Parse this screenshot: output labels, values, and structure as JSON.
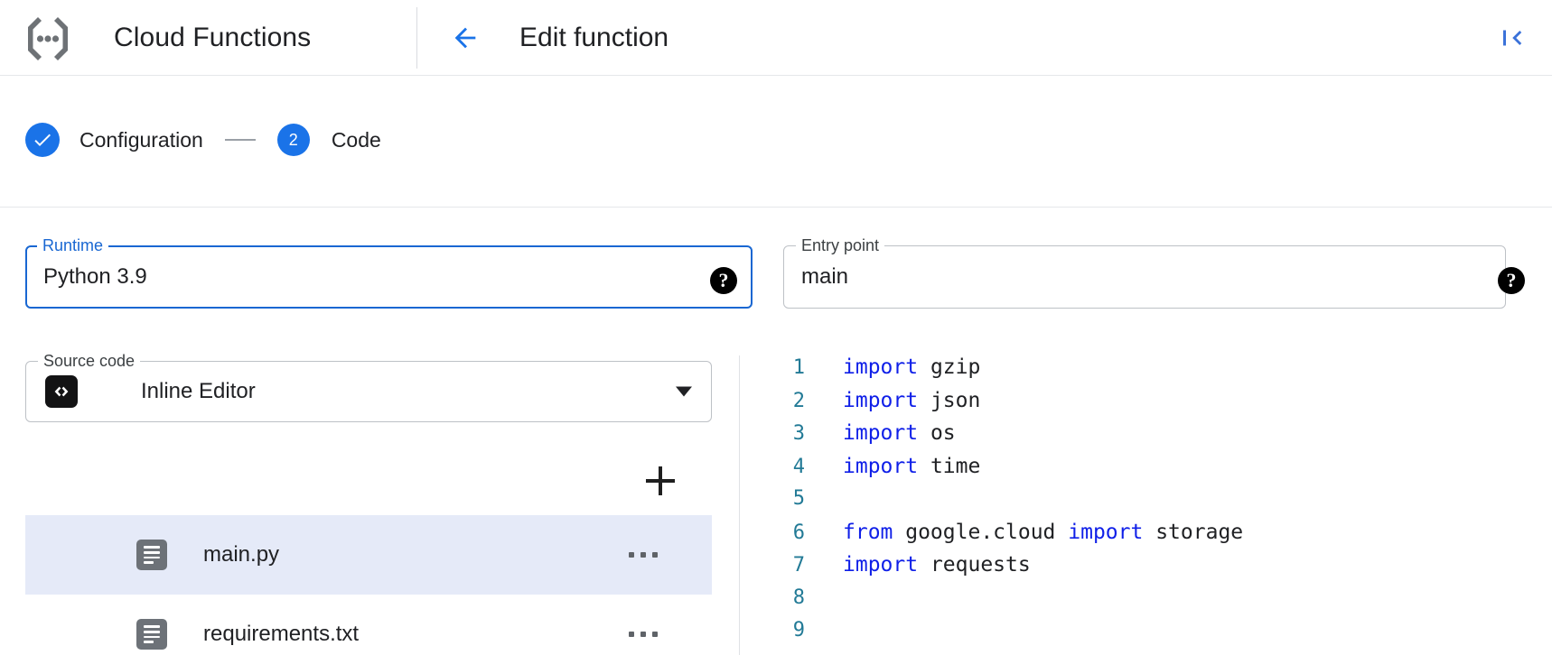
{
  "appbar": {
    "product_logo_icon": "cloud-functions-logo",
    "product_title": "Cloud Functions",
    "back_icon": "arrow-left-icon",
    "page_title": "Edit function",
    "collapse_icon": "collapse-panel-left-icon"
  },
  "stepper": {
    "steps": [
      {
        "label": "Configuration",
        "state": "done",
        "marker": "✓"
      },
      {
        "label": "Code",
        "state": "current",
        "marker": "2"
      }
    ],
    "accent_color": "#1a73e8"
  },
  "form": {
    "runtime": {
      "label": "Runtime",
      "value": "Python 3.9",
      "focused": true,
      "dropdown_icon": "chevron-down-icon",
      "help_icon": "help-icon",
      "help_glyph": "?"
    },
    "entry_point": {
      "label": "Entry point",
      "value": "main",
      "focused": false,
      "help_icon": "help-icon",
      "help_glyph": "?"
    },
    "source_code": {
      "label": "Source code",
      "value": "Inline Editor",
      "leading_icon": "code-brackets-icon",
      "leading_glyph": "‹›",
      "dropdown_icon": "chevron-down-icon"
    }
  },
  "files": {
    "add_button_icon": "plus-icon",
    "items": [
      {
        "name": "main.py",
        "icon": "file-description-icon",
        "selected": true,
        "menu_icon": "overflow-menu-icon"
      },
      {
        "name": "requirements.txt",
        "icon": "file-description-icon",
        "selected": false,
        "menu_icon": "overflow-menu-icon"
      }
    ],
    "selected_row_color": "#e5eaf8"
  },
  "editor": {
    "lines": [
      {
        "n": "1",
        "tokens": [
          {
            "t": "import",
            "c": "kw"
          },
          {
            "t": " gzip",
            "c": ""
          }
        ]
      },
      {
        "n": "2",
        "tokens": [
          {
            "t": "import",
            "c": "kw"
          },
          {
            "t": " json",
            "c": ""
          }
        ]
      },
      {
        "n": "3",
        "tokens": [
          {
            "t": "import",
            "c": "kw"
          },
          {
            "t": " os",
            "c": ""
          }
        ]
      },
      {
        "n": "4",
        "tokens": [
          {
            "t": "import",
            "c": "kw"
          },
          {
            "t": " time",
            "c": ""
          }
        ]
      },
      {
        "n": "5",
        "tokens": []
      },
      {
        "n": "6",
        "tokens": [
          {
            "t": "from",
            "c": "kw"
          },
          {
            "t": " google.cloud ",
            "c": ""
          },
          {
            "t": "import",
            "c": "kw"
          },
          {
            "t": " storage",
            "c": ""
          }
        ]
      },
      {
        "n": "7",
        "tokens": [
          {
            "t": "import",
            "c": "kw"
          },
          {
            "t": " requests",
            "c": ""
          }
        ]
      },
      {
        "n": "8",
        "tokens": []
      },
      {
        "n": "9",
        "tokens": []
      }
    ],
    "keyword_color": "#0f1fe8",
    "linenumber_color": "#227a96"
  }
}
